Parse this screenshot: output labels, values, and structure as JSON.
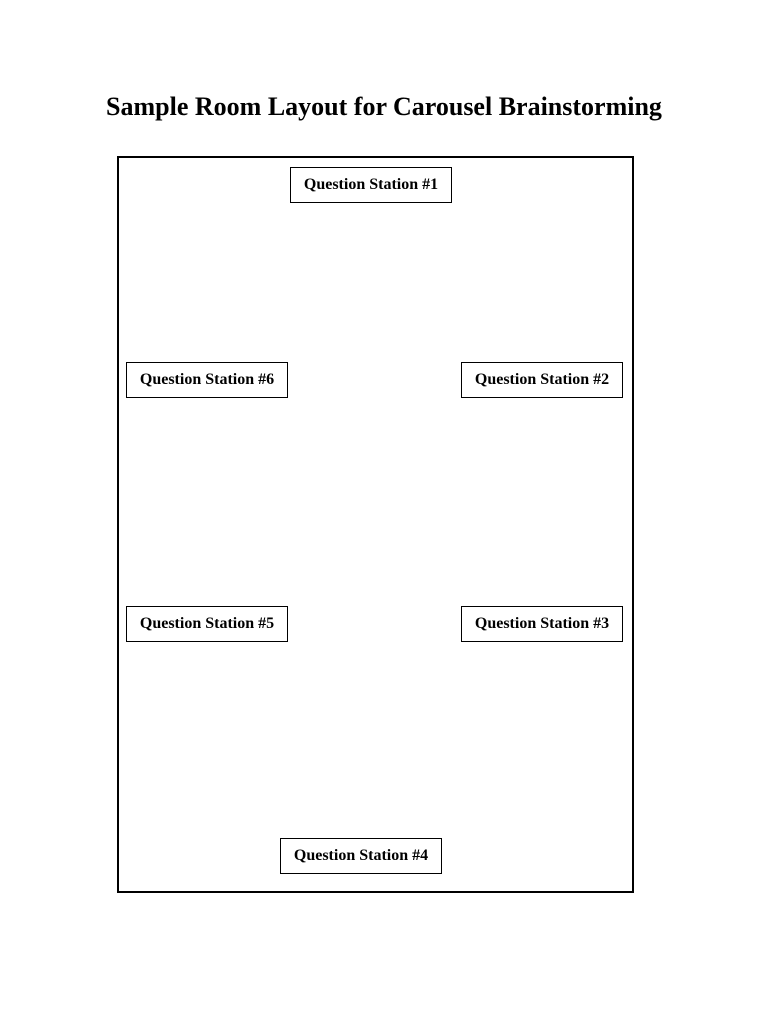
{
  "page": {
    "title": "Sample Room Layout for Carousel Brainstorming"
  },
  "colors": {
    "ink": "#000000",
    "background": "#ffffff"
  },
  "diagram": {
    "description": "room-layout",
    "stations": [
      {
        "label": "Question Station #1"
      },
      {
        "label": "Question Station #2"
      },
      {
        "label": "Question Station #3"
      },
      {
        "label": "Question Station #4"
      },
      {
        "label": "Question Station #5"
      },
      {
        "label": "Question Station #6"
      }
    ]
  }
}
